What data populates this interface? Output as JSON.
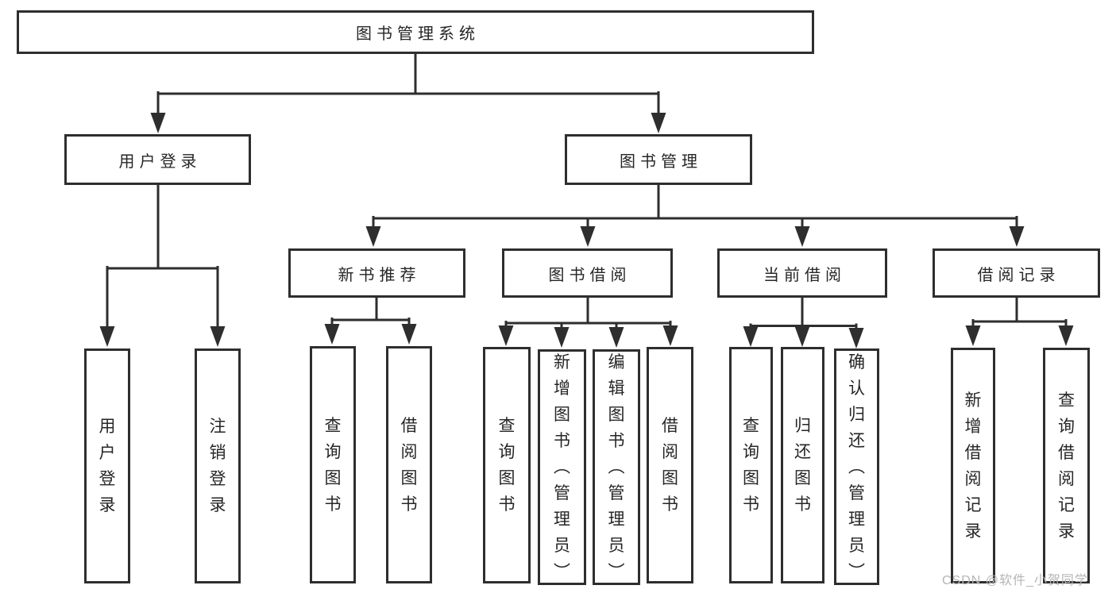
{
  "diagram": {
    "root": {
      "label": "图书管理系统"
    },
    "level2": {
      "user_login": {
        "label": "用户登录"
      },
      "book_mgmt": {
        "label": "图书管理"
      }
    },
    "level3": {
      "new_book_rec": {
        "label": "新书推荐"
      },
      "book_borrow": {
        "label": "图书借阅"
      },
      "current_borrow": {
        "label": "当前借阅"
      },
      "borrow_record": {
        "label": "借阅记录"
      }
    },
    "leaves": {
      "user_login_leaf": "用户登录",
      "logout_leaf": "注销登录",
      "rec_query_books": "查询图书",
      "rec_borrow_books": "借阅图书",
      "borrow_query_books": "查询图书",
      "borrow_add_books": "新增图书（管理员）",
      "borrow_edit_books": "编辑图书（管理员）",
      "borrow_borrow_books": "借阅图书",
      "cur_query_books": "查询图书",
      "cur_return_books": "归还图书",
      "cur_confirm_return": "确认归还（管理员）",
      "record_add": "新增借阅记录",
      "record_query": "查询借阅记录"
    },
    "watermark": "CSDN @软件_小贺同学",
    "colors": {
      "stroke": "#2e2e2e",
      "text": "#262626",
      "watermark": "#b5b5b5",
      "background": "#ffffff"
    }
  }
}
